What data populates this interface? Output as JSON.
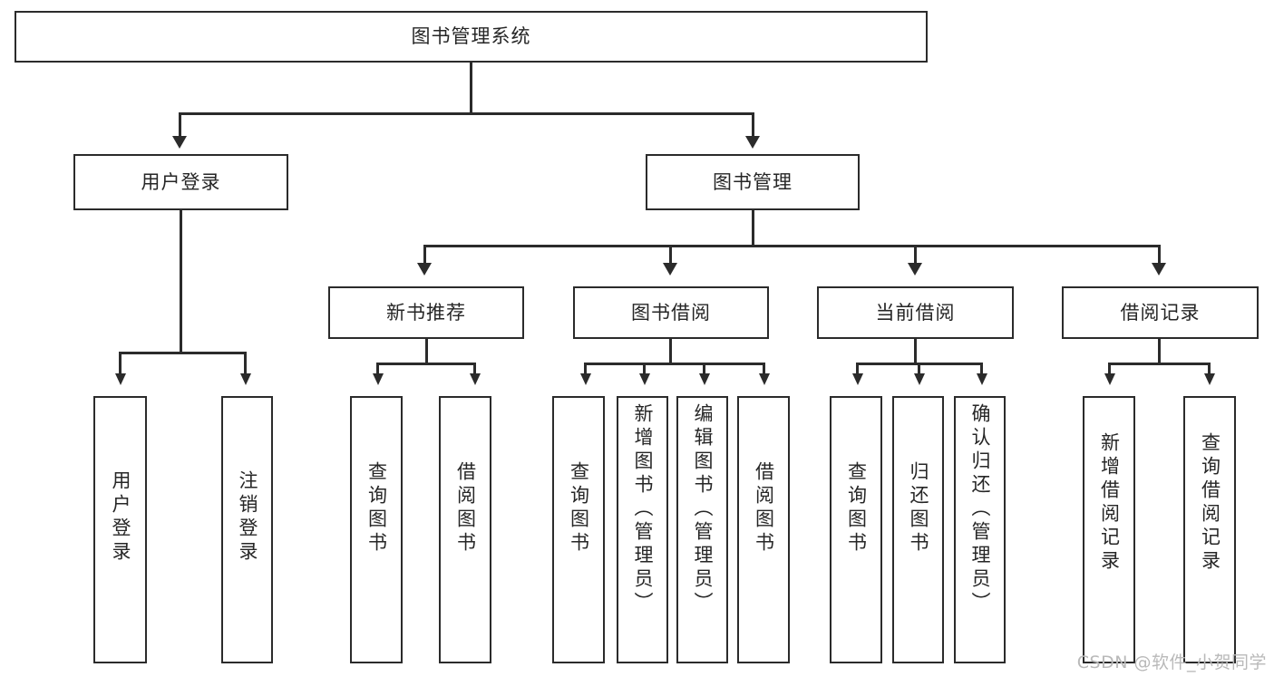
{
  "diagram": {
    "type": "tree",
    "title_node": {
      "label": "图书管理系统"
    },
    "level2": [
      {
        "id": "user-login",
        "label": "用户登录"
      },
      {
        "id": "book-manage",
        "label": "图书管理"
      }
    ],
    "level3": [
      {
        "id": "new-book-recommend",
        "label": "新书推荐"
      },
      {
        "id": "book-borrow",
        "label": "图书借阅"
      },
      {
        "id": "current-borrow",
        "label": "当前借阅"
      },
      {
        "id": "borrow-record",
        "label": "借阅记录"
      }
    ],
    "leaves": {
      "user_login": [
        {
          "id": "leaf-user-login",
          "label": "用户登录"
        },
        {
          "id": "leaf-logout-login",
          "label": "注销登录"
        }
      ],
      "new_book_recommend": [
        {
          "id": "leaf-query-book-1",
          "label": "查询图书"
        },
        {
          "id": "leaf-borrow-book-1",
          "label": "借阅图书"
        }
      ],
      "book_borrow": [
        {
          "id": "leaf-query-book-2",
          "label": "查询图书"
        },
        {
          "id": "leaf-add-book-admin",
          "label": "新增图书（管理员）"
        },
        {
          "id": "leaf-edit-book-admin",
          "label": "编辑图书（管理员）"
        },
        {
          "id": "leaf-borrow-book-2",
          "label": "借阅图书"
        }
      ],
      "current_borrow": [
        {
          "id": "leaf-query-book-3",
          "label": "查询图书"
        },
        {
          "id": "leaf-return-book",
          "label": "归还图书"
        },
        {
          "id": "leaf-confirm-return-admin",
          "label": "确认归还（管理员）"
        }
      ],
      "borrow_record": [
        {
          "id": "leaf-add-borrow-record",
          "label": "新增借阅记录"
        },
        {
          "id": "leaf-query-borrow-record",
          "label": "查询借阅记录"
        }
      ]
    }
  },
  "watermark": {
    "text": "CSDN @软件_小贺同学"
  },
  "colors": {
    "stroke": "#2b2b2b",
    "background": "#ffffff",
    "text": "#262626",
    "watermark": "#b9b9b9"
  }
}
